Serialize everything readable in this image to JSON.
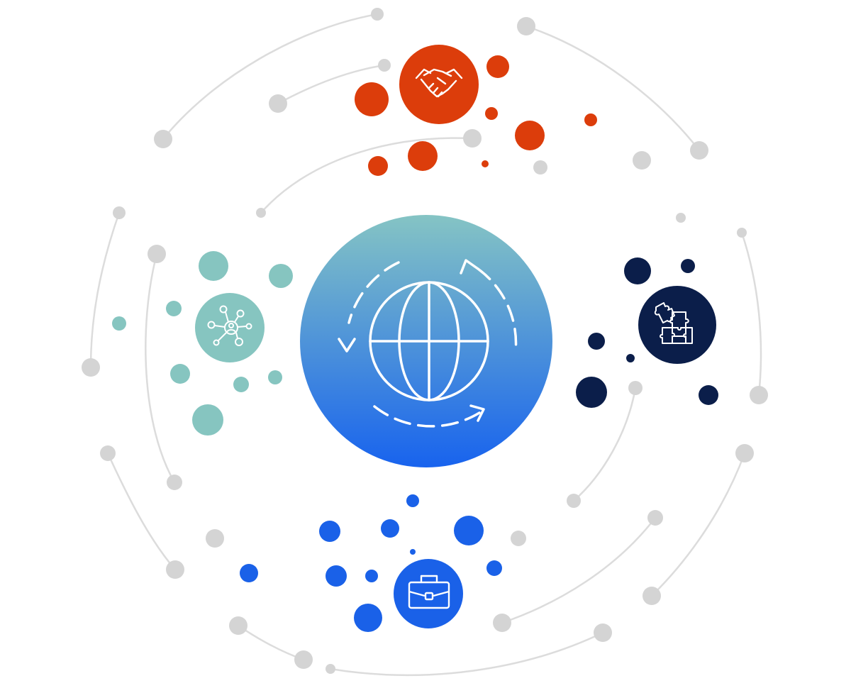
{
  "colors": {
    "background": "#ffffff",
    "connector_gray": "#dcdcdc",
    "node_gray": "#d4d4d4",
    "orange": "#dc3d0b",
    "teal": "#86c5c0",
    "navy": "#0b1e4a",
    "blue": "#1a61e8",
    "hub_gradient_top": "#85c4c4",
    "hub_gradient_bottom": "#1863ee",
    "icon_stroke": "#ffffff"
  },
  "hub": {
    "icon": "globe-with-cycle-arrows-icon"
  },
  "clusters": [
    {
      "id": "partnership",
      "icon": "handshake-icon",
      "color": "orange"
    },
    {
      "id": "network",
      "icon": "people-network-icon",
      "color": "teal"
    },
    {
      "id": "integration",
      "icon": "puzzle-icon",
      "color": "navy"
    },
    {
      "id": "business",
      "icon": "briefcase-icon",
      "color": "blue"
    }
  ]
}
